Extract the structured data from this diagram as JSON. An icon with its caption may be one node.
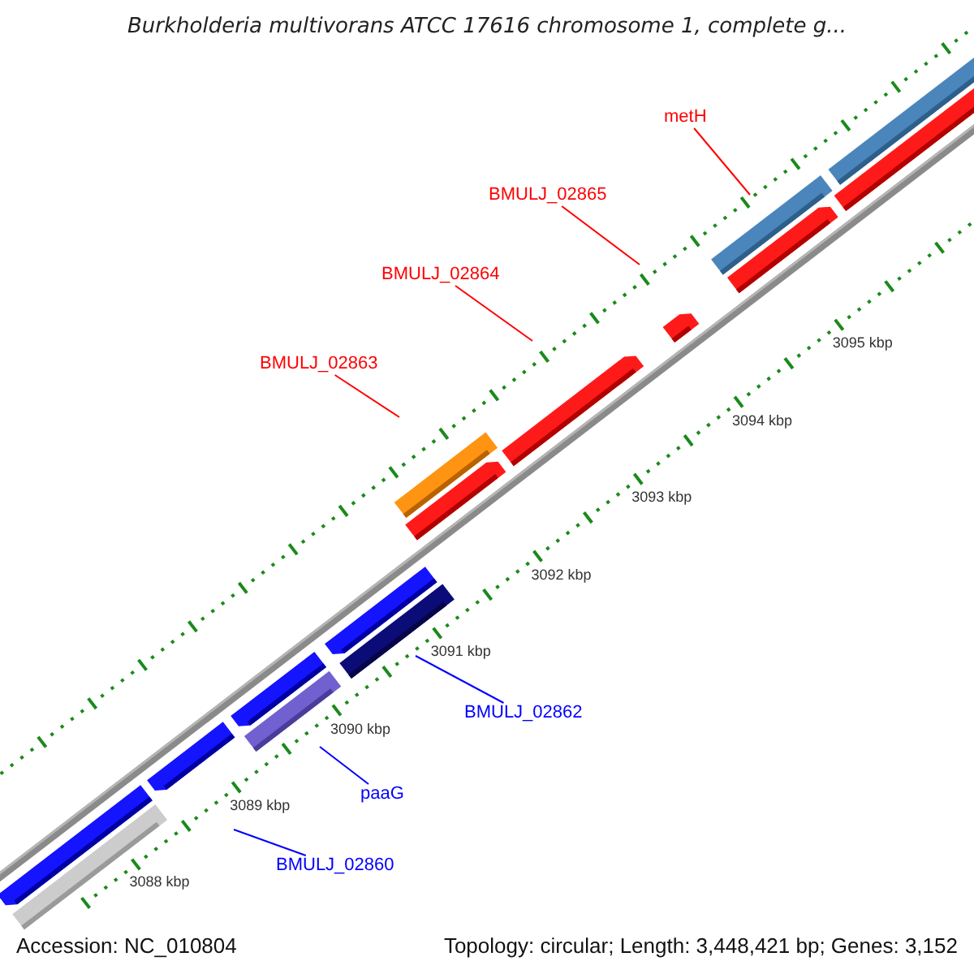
{
  "diagram": {
    "title": "Burkholderia multivorans ATCC 17616 chromosome 1, complete g...",
    "nodes": [
      {
        "text": [
          "metH"
        ]
      },
      {
        "text": [
          "BMULJ_02865"
        ]
      },
      {
        "text": [
          "BMULJ_02864"
        ]
      },
      {
        "text": [
          "BMULJ_02863"
        ]
      },
      {
        "text": [
          "BMULJ_02862"
        ]
      },
      {
        "text": [
          "paaG"
        ]
      },
      {
        "text": [
          "BMULJ_02860"
        ]
      }
    ],
    "edges": [
      {
        "from": 0,
        "to": null,
        "arrow": "none"
      },
      {
        "from": 1,
        "to": null,
        "arrow": "none"
      },
      {
        "from": 2,
        "to": null,
        "arrow": "none"
      },
      {
        "from": 3,
        "to": null,
        "arrow": "none"
      },
      {
        "from": 4,
        "to": null,
        "arrow": "none",
        "color": "#0000ff"
      },
      {
        "from": 5,
        "to": null,
        "arrow": "none",
        "color": "#0000ff"
      },
      {
        "from": 6,
        "to": null,
        "arrow": "none",
        "color": "#0000ff"
      }
    ],
    "labels": [
      "3095 kbp",
      "3094 kbp",
      "3093 kbp",
      "3092 kbp",
      "3091 kbp",
      "3090 kbp",
      "3089 kbp",
      "3088 kbp",
      "Accession: NC_010804",
      "Topology: circular; Length: 3,448,421 bp; Genes: 3,152"
    ]
  }
}
